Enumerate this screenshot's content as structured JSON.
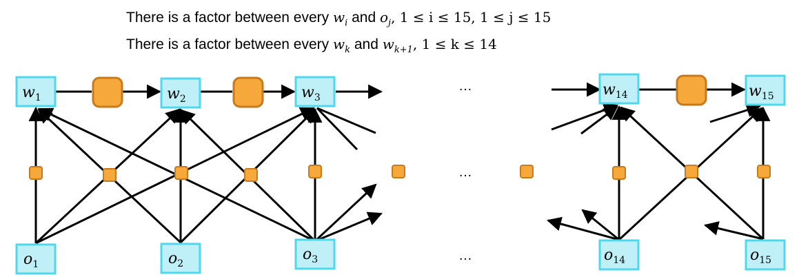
{
  "header": {
    "line1": {
      "prefix": "There is a factor between every ",
      "var_a": "w",
      "sub_a": "i",
      "mid": " and ",
      "var_b": "o",
      "sub_b": "j",
      "cond": ", 1 ≤ i ≤ 15, 1 ≤ j ≤ 15"
    },
    "line2": {
      "prefix": "There is a factor between every ",
      "var_a": "w",
      "sub_a": "k",
      "mid": " and ",
      "var_b": "w",
      "sub_b": "k+1",
      "cond": ", 1 ≤ k ≤ 14"
    }
  },
  "nodes": {
    "w1": {
      "var": "w",
      "sub": "1"
    },
    "w2": {
      "var": "w",
      "sub": "2"
    },
    "w3": {
      "var": "w",
      "sub": "3"
    },
    "w14": {
      "var": "w",
      "sub": "14"
    },
    "w15": {
      "var": "w",
      "sub": "15"
    },
    "o1": {
      "var": "o",
      "sub": "1"
    },
    "o2": {
      "var": "o",
      "sub": "2"
    },
    "o3": {
      "var": "o",
      "sub": "3"
    },
    "o14": {
      "var": "o",
      "sub": "14"
    },
    "o15": {
      "var": "o",
      "sub": "15"
    }
  },
  "ellipsis": {
    "top": "…",
    "middle": "…",
    "bottom": "…"
  },
  "colors": {
    "node_fill": "#bff0f8",
    "node_stroke": "#4fd8ec",
    "factor_fill": "#f7a83b",
    "factor_stroke": "#c77a1c",
    "edge": "#000000"
  }
}
